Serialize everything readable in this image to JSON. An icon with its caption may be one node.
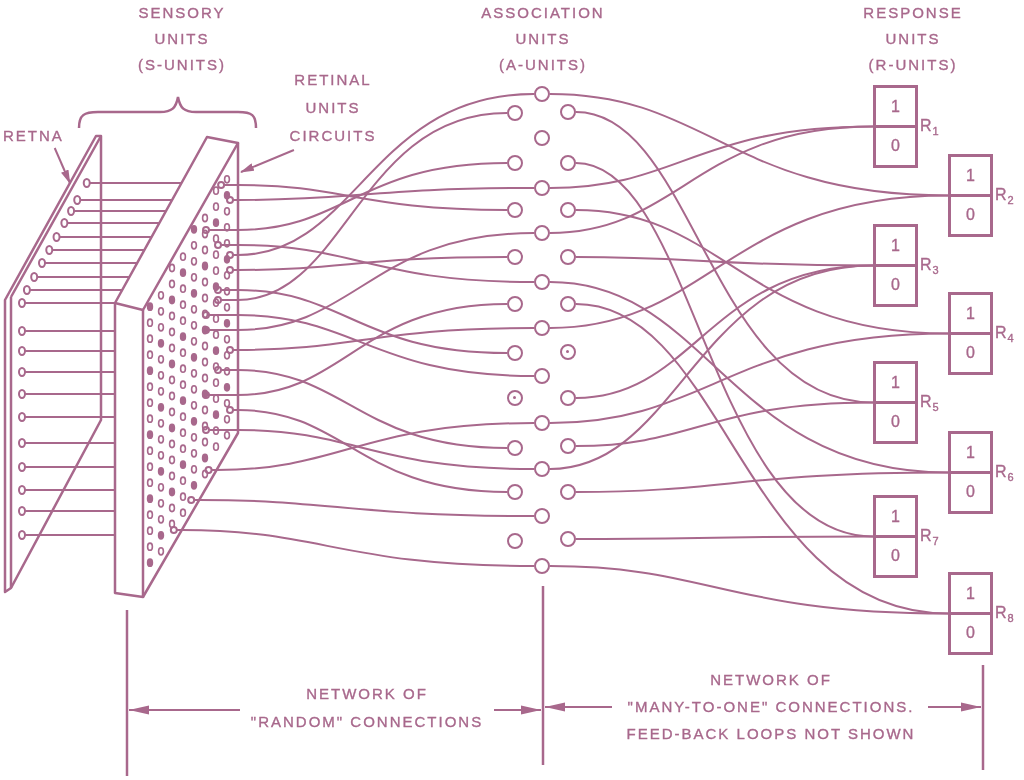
{
  "diagram": {
    "nodes": [
      {
        "text": [
          "RETNA"
        ]
      },
      {
        "text": [],
        "shape": "picture"
      },
      {
        "text": [
          "RETINAL UNITS CIRCUITS"
        ]
      },
      {
        "text": [],
        "shape": "picture"
      },
      {
        "text": [],
        "shape": "circle"
      },
      {
        "text": [],
        "shape": "circle"
      },
      {
        "text": [],
        "shape": "circle"
      },
      {
        "text": [],
        "shape": "circle"
      },
      {
        "text": [],
        "shape": "circle"
      },
      {
        "text": [],
        "shape": "circle"
      },
      {
        "text": [],
        "shape": "circle"
      },
      {
        "text": [],
        "shape": "circle"
      },
      {
        "text": [],
        "shape": "circle"
      },
      {
        "text": [],
        "shape": "circle"
      },
      {
        "text": [],
        "shape": "circle"
      },
      {
        "text": [],
        "shape": "circle"
      },
      {
        "text": [],
        "shape": "circle"
      },
      {
        "text": [],
        "shape": "circle"
      },
      {
        "text": [],
        "shape": "circle"
      },
      {
        "text": [],
        "shape": "circle"
      },
      {
        "text": [],
        "shape": "circle"
      },
      {
        "text": [],
        "shape": "circle"
      },
      {
        "text": [],
        "shape": "circle"
      },
      {
        "text": [],
        "shape": "circle"
      },
      {
        "text": [],
        "shape": "circle"
      },
      {
        "text": [],
        "shape": "circle"
      },
      {
        "text": [],
        "shape": "circle"
      },
      {
        "text": [],
        "shape": "circle"
      },
      {
        "text": [],
        "shape": "circle"
      },
      {
        "text": [],
        "shape": "circle"
      },
      {
        "text": [],
        "shape": "circle"
      },
      {
        "text": [],
        "shape": "circle"
      },
      {
        "text": [],
        "shape": "circle"
      },
      {
        "text": [],
        "shape": "circle"
      },
      {
        "text": [],
        "shape": "circle"
      },
      {
        "text": [
          "1",
          "0"
        ],
        "beside": [
          "R$_{1}$"
        ]
      },
      {
        "text": [
          "1",
          "0"
        ],
        "beside": [
          "R$_{2}$"
        ]
      },
      {
        "text": [
          "1",
          "0"
        ],
        "beside": [
          "R$_{3}$"
        ]
      },
      {
        "text": [
          "1",
          "0"
        ],
        "beside": [
          "R$_{4}$"
        ]
      },
      {
        "text": [
          "1",
          "0"
        ],
        "beside": [
          "R$_{5}$"
        ]
      },
      {
        "text": [
          "1",
          "0"
        ],
        "beside": [
          "R$_{6}$"
        ]
      },
      {
        "text": [
          "1",
          "0"
        ],
        "beside": [
          "R$_{7}$"
        ]
      },
      {
        "text": [
          "1",
          "0"
        ],
        "beside": [
          "R$_{8}$"
        ]
      }
    ],
    "edges": [
      {
        "from": 1,
        "to": 3,
        "arrow": "none"
      },
      {
        "from": 1,
        "to": 3,
        "arrow": "none"
      },
      {
        "from": 1,
        "to": 3,
        "arrow": "none"
      },
      {
        "from": 1,
        "to": 3,
        "arrow": "none"
      },
      {
        "from": 1,
        "to": 3,
        "arrow": "none"
      },
      {
        "from": 1,
        "to": 3,
        "arrow": "none"
      },
      {
        "from": 1,
        "to": 3,
        "arrow": "none"
      },
      {
        "from": 1,
        "to": 3,
        "arrow": "none"
      },
      {
        "from": 1,
        "to": 3,
        "arrow": "none"
      },
      {
        "from": 1,
        "to": 3,
        "arrow": "none"
      },
      {
        "from": 1,
        "to": 3,
        "arrow": "none"
      },
      {
        "from": 1,
        "to": 3,
        "arrow": "none"
      },
      {
        "from": 1,
        "to": 3,
        "arrow": "none"
      },
      {
        "from": 1,
        "to": 3,
        "arrow": "none"
      },
      {
        "from": 1,
        "to": 3,
        "arrow": "none"
      },
      {
        "from": 1,
        "to": 3,
        "arrow": "none"
      },
      {
        "from": 1,
        "to": 3,
        "arrow": "none"
      },
      {
        "from": 1,
        "to": 3,
        "arrow": "none"
      },
      {
        "from": 1,
        "to": 3,
        "arrow": "none"
      },
      {
        "from": 1,
        "to": 3,
        "arrow": "none"
      },
      {
        "from": 0,
        "to": 1,
        "arrow": "to"
      },
      {
        "from": 2,
        "to": 3,
        "arrow": "to"
      },
      {
        "from": 3,
        "to": 4,
        "arrow": "none"
      },
      {
        "from": 3,
        "to": 5,
        "arrow": "none"
      },
      {
        "from": 3,
        "to": 8,
        "arrow": "none"
      },
      {
        "from": 3,
        "to": 10,
        "arrow": "none"
      },
      {
        "from": 3,
        "to": 11,
        "arrow": "none"
      },
      {
        "from": 3,
        "to": 13,
        "arrow": "none"
      },
      {
        "from": 3,
        "to": 14,
        "arrow": "none"
      },
      {
        "from": 3,
        "to": 16,
        "arrow": "none"
      },
      {
        "from": 3,
        "to": 17,
        "arrow": "none"
      },
      {
        "from": 3,
        "to": 19,
        "arrow": "none"
      },
      {
        "from": 3,
        "to": 20,
        "arrow": "none"
      },
      {
        "from": 3,
        "to": 22,
        "arrow": "none"
      },
      {
        "from": 3,
        "to": 25,
        "arrow": "none"
      },
      {
        "from": 3,
        "to": 26,
        "arrow": "none"
      },
      {
        "from": 3,
        "to": 28,
        "arrow": "none"
      },
      {
        "from": 3,
        "to": 29,
        "arrow": "none"
      },
      {
        "from": 3,
        "to": 31,
        "arrow": "none"
      },
      {
        "from": 3,
        "to": 34,
        "arrow": "none"
      },
      {
        "from": 4,
        "to": 36,
        "arrow": "none"
      },
      {
        "from": 6,
        "to": 39,
        "arrow": "none"
      },
      {
        "from": 9,
        "to": 41,
        "arrow": "none"
      },
      {
        "from": 10,
        "to": 35,
        "arrow": "none"
      },
      {
        "from": 12,
        "to": 38,
        "arrow": "none"
      },
      {
        "from": 13,
        "to": 35,
        "arrow": "none"
      },
      {
        "from": 15,
        "to": 37,
        "arrow": "none"
      },
      {
        "from": 16,
        "to": 40,
        "arrow": "none"
      },
      {
        "from": 18,
        "to": 42,
        "arrow": "none"
      },
      {
        "from": 19,
        "to": 36,
        "arrow": "none"
      },
      {
        "from": 24,
        "to": 37,
        "arrow": "none"
      },
      {
        "from": 25,
        "to": 38,
        "arrow": "none"
      },
      {
        "from": 27,
        "to": 39,
        "arrow": "none"
      },
      {
        "from": 28,
        "to": 37,
        "arrow": "none"
      },
      {
        "from": 30,
        "to": 40,
        "arrow": "none"
      },
      {
        "from": 33,
        "to": 41,
        "arrow": "none"
      },
      {
        "from": 34,
        "to": 42,
        "arrow": "none"
      }
    ],
    "labels": [
      "SENSORY UNITS (S-UNITS)",
      "ASSOCIATION UNITS (A-UNITS)",
      "RESPONSE UNITS (R-UNITS)",
      "NETWORK OF \"RANDOM\" CONNECTIONS",
      "NETWORK OF \"MANY-TO-ONE\" CONNECTIONS. FEED-BACK LOOPS NOT SHOWN"
    ]
  }
}
